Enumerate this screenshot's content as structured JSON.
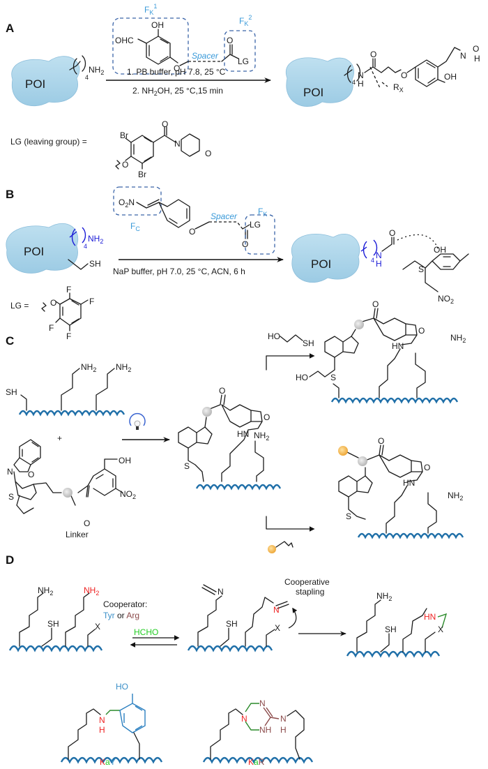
{
  "panels": {
    "A": {
      "label": "A",
      "protein": "POI",
      "lysine_label": "NH",
      "lysine_sub": "2",
      "repeat_count": "4",
      "fk1_label": "F",
      "fk1_sub": "K",
      "fk1_sup": "1",
      "fk2_label": "F",
      "fk2_sub": "K",
      "fk2_sup": "2",
      "reagent_oh": "OH",
      "reagent_cho": "OHC",
      "reagent_o": "O",
      "spacer": "Spacer",
      "carbonyl_o": "O",
      "lg": "LG",
      "condition_1": "1. PB buffer, pH 7.8, 25 °C",
      "condition_2_pre": "2. NH",
      "condition_2_sub": "2",
      "condition_2_post": "OH, 25 °C,15 min",
      "product_protein": "POI",
      "product_n": "N",
      "product_h": "H",
      "product_o": "O",
      "product_rx": "R",
      "product_rx_sub": "X",
      "product_ether_o": "O",
      "product_oh": "OH",
      "product_oxime_n": "N",
      "product_oxime_o": "O",
      "product_oxime_h": "H",
      "lg_definition": "LG (leaving group) =",
      "lg_br_top": "Br",
      "lg_br_bottom": "Br",
      "lg_o": "O",
      "lg_carbonyl_o": "O",
      "lg_morpholine_n": "N",
      "lg_morpholine_o": "O"
    },
    "B": {
      "label": "B",
      "protein": "POI",
      "lysine_label": "NH",
      "lysine_sub": "2",
      "repeat_count": "4",
      "thiol": "SH",
      "fc_label": "F",
      "fc_sub": "C",
      "fk_label": "F",
      "fk_sub": "K",
      "nitro": "O",
      "nitro_sub": "2",
      "nitro_n": "N",
      "ether_o": "O",
      "spacer": "Spacer",
      "lg": "LG",
      "carbonyl_o": "O",
      "condition": "NaP buffer, pH 7.0, 25 °C, ACN, 6 h",
      "product_protein": "POI",
      "product_n": "N",
      "product_h": "H",
      "product_o": "O",
      "product_oh": "OH",
      "product_s": "S",
      "product_no2": "NO",
      "product_no2_sub": "2",
      "lg_definition": "LG  =",
      "lg_o": "O",
      "lg_f": [
        "F",
        "F",
        "F",
        "F"
      ]
    },
    "C": {
      "label": "C",
      "nh2": "NH",
      "nh2_sub": "2",
      "sh": "SH",
      "plus": "+",
      "reagent_n": "N",
      "reagent_o": "O",
      "reagent_s": "S",
      "reagent_oh": "OH",
      "reagent_no2": "NO",
      "reagent_no2_sub": "2",
      "reagent_carbonyl_o": "O",
      "linker": "Linker",
      "light_icon": "light-bulb",
      "thiol_reagent_ho": "HO",
      "thiol_reagent_sh": "SH",
      "product_o": "O",
      "product_hn": "HN",
      "product_n": "N",
      "product_s": "S",
      "product_ho": "HO"
    },
    "D": {
      "label": "D",
      "nh2": "NH",
      "nh2_sub": "2",
      "sh": "SH",
      "x": "X",
      "cooperator_line1": "Cooperator:",
      "cooperator_tyr": "Tyr",
      "cooperator_or": " or ",
      "cooperator_arg": "Arg",
      "reagent": "HCHO",
      "imine_n": "N",
      "cooperative_line1": "Cooperative",
      "cooperative_line2": "stapling",
      "product_hn": "HN",
      "kay_ho": "HO",
      "kay_n": "N",
      "kay_h": "H",
      "kar_n": "N",
      "kar_nh": "NH",
      "kar_h": "H",
      "kay_label": [
        "K",
        "a",
        "Y"
      ],
      "kar_label": [
        "K",
        "a",
        "R"
      ]
    }
  },
  "colors": {
    "protein_fill": "#a9d4ea",
    "backbone": "#1f6fa8",
    "annotation_blue": "#3a9ad9",
    "box_blue": "#3a64a8",
    "lysine_blue": "#1a1ad6",
    "red": "#ee2222",
    "green": "#22cc22",
    "brown": "#8b4a4a",
    "linker_sphere": "#c8c8c8",
    "payload_sphere": "#f3b84a"
  }
}
